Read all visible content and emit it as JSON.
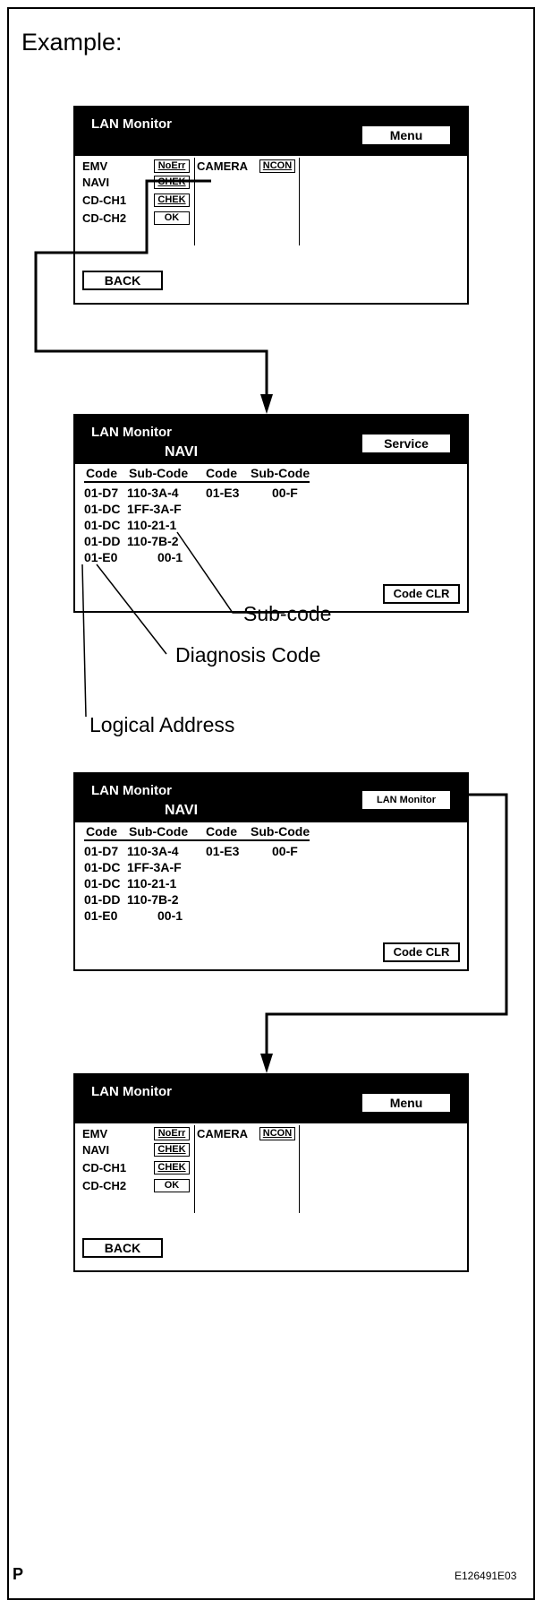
{
  "example_label": "Example:",
  "menu_screen": {
    "title": "LAN Monitor",
    "menu_button": "Menu",
    "back_button": "BACK",
    "devices": [
      {
        "name": "EMV",
        "status": "NoErr"
      },
      {
        "name": "NAVI",
        "status": "CHEK"
      },
      {
        "name": "CD-CH1",
        "status": "CHEK"
      },
      {
        "name": "CD-CH2",
        "status": "OK"
      }
    ],
    "camera": {
      "name": "CAMERA",
      "status": "NCON"
    }
  },
  "detail_screen": {
    "title": "LAN Monitor",
    "subtitle": "NAVI",
    "service_button": "Service",
    "lan_monitor_button": "LAN Monitor",
    "code_clr_button": "Code CLR",
    "headers": [
      "Code",
      "Sub-Code",
      "Code",
      "Sub-Code"
    ],
    "rows": [
      {
        "code": "01-D7",
        "sub": "110-3A-4"
      },
      {
        "code": "01-DC",
        "sub": "1FF-3A-F"
      },
      {
        "code": "01-DC",
        "sub": "110-21-1"
      },
      {
        "code": "01-DD",
        "sub": "110-7B-2"
      },
      {
        "code": "01-E0",
        "sub": "00-1"
      }
    ],
    "right_row": {
      "code": "01-E3",
      "sub": "00-F"
    }
  },
  "callouts": {
    "sub_code": "Sub-code",
    "diagnosis_code": "Diagnosis Code",
    "logical_address": "Logical Address"
  },
  "footer": {
    "corner_letter": "P",
    "figure_id": "E126491E03"
  }
}
